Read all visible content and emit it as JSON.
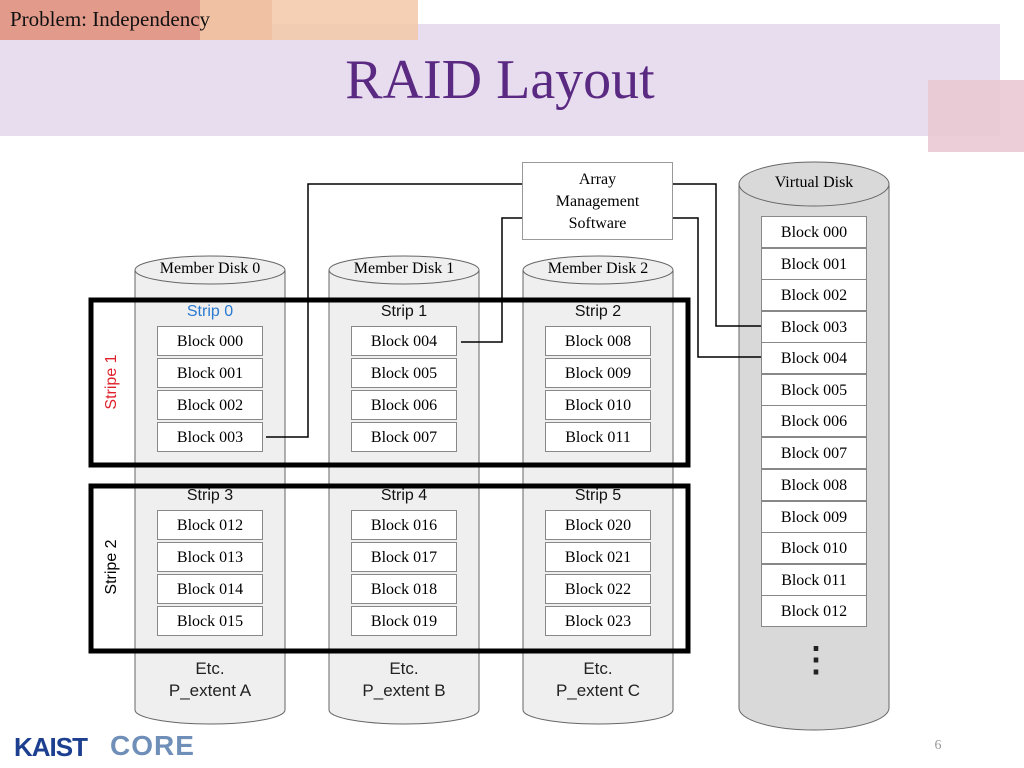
{
  "header": {
    "section_label": "Problem: Independency",
    "title": "RAID Layout",
    "page_number": "6"
  },
  "diagram": {
    "array_management_software": [
      "Array",
      "Management",
      "Software"
    ],
    "member_disks": [
      {
        "label": "Member Disk 0",
        "strips": [
          {
            "label": "Strip 0",
            "highlight": true,
            "blocks": [
              "Block 000",
              "Block 001",
              "Block 002",
              "Block 003"
            ]
          },
          {
            "label": "Strip 3",
            "highlight": false,
            "blocks": [
              "Block 012",
              "Block 013",
              "Block 014",
              "Block 015"
            ]
          }
        ],
        "etc": "Etc.",
        "extent": "P_extent A"
      },
      {
        "label": "Member Disk 1",
        "strips": [
          {
            "label": "Strip 1",
            "highlight": false,
            "blocks": [
              "Block 004",
              "Block 005",
              "Block 006",
              "Block 007"
            ]
          },
          {
            "label": "Strip 4",
            "highlight": false,
            "blocks": [
              "Block 016",
              "Block 017",
              "Block 018",
              "Block 019"
            ]
          }
        ],
        "etc": "Etc.",
        "extent": "P_extent B"
      },
      {
        "label": "Member Disk 2",
        "strips": [
          {
            "label": "Strip 2",
            "highlight": false,
            "blocks": [
              "Block 008",
              "Block 009",
              "Block 010",
              "Block 011"
            ]
          },
          {
            "label": "Strip 5",
            "highlight": false,
            "blocks": [
              "Block 020",
              "Block 021",
              "Block 022",
              "Block 023"
            ]
          }
        ],
        "etc": "Etc.",
        "extent": "P_extent C"
      }
    ],
    "stripes": [
      {
        "label": "Stripe 1",
        "color": "#e0202a"
      },
      {
        "label": "Stripe 2",
        "color": "#000000"
      }
    ],
    "virtual_disk": {
      "label": "Virtual Disk",
      "blocks": [
        "Block 000",
        "Block 001",
        "Block 002",
        "Block 003",
        "Block 004",
        "Block 005",
        "Block 006",
        "Block 007",
        "Block 008",
        "Block 009",
        "Block 010",
        "Block 011",
        "Block 012"
      ],
      "ellipsis": "⋮"
    },
    "colors": {
      "title": "#5a2a82",
      "strip_highlight": "#2a7ad2",
      "disk_fill": "#efefef",
      "virtual_disk_fill": "#d9d9d9"
    }
  },
  "footer": {
    "logo_left": "KAIST",
    "logo_right": "CORE"
  }
}
